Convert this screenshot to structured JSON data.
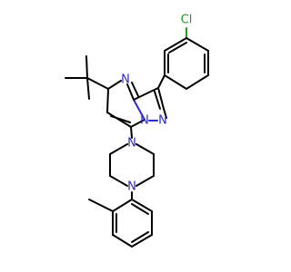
{
  "molecule": {
    "atom_labels": {
      "chlorine": "Cl",
      "n_pyrimidine": "N",
      "n_bridgehead": "N",
      "n_pyrazole": "N",
      "n_piperazine_top": "N",
      "n_piperazine_bottom": "N"
    },
    "colors": {
      "bond": "#000000",
      "nitrogen": "#2a2ad6",
      "chlorine": "#1f9c1f",
      "background": "#ffffff"
    }
  }
}
